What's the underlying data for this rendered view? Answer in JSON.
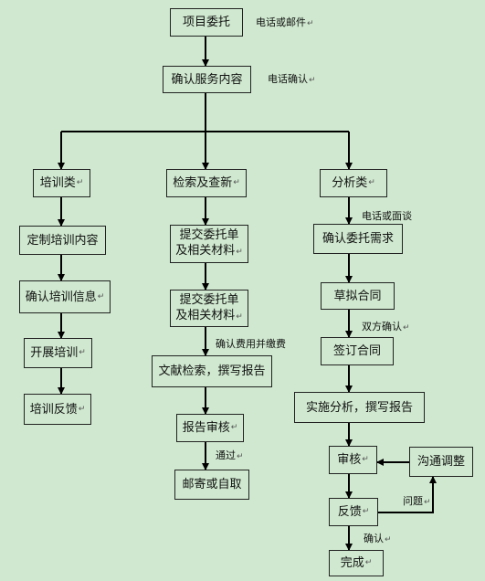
{
  "mark": "↵",
  "top": {
    "project_entrust": "项目委托",
    "confirm_service": "确认服务内容",
    "note_phone_or_email": "电话或邮件",
    "note_phone_confirm": "电话确认"
  },
  "training": {
    "category": "培训类",
    "steps": [
      "定制培训内容",
      "确认培训信息",
      "开展培训",
      "培训反馈"
    ]
  },
  "search": {
    "category": "检索及查新",
    "submit_1": [
      "提交委托单",
      "及相关材料"
    ],
    "submit_2": [
      "提交委托单",
      "及相关材料"
    ],
    "note_confirm_fee": "确认费用并缴费",
    "literature": "文献检索，撰写报告",
    "review": "报告审核",
    "note_pass": "通过",
    "delivery": "邮寄或自取"
  },
  "analysis": {
    "category": "分析类",
    "note_phone_or_meet": "电话或面谈",
    "confirm_need": "确认委托需求",
    "draft_contract": "草拟合同",
    "note_both_confirm": "双方确认",
    "sign_contract": "签订合同",
    "implement": "实施分析，撰写报告",
    "audit": "审核",
    "communicate": "沟通调整",
    "feedback": "反馈",
    "note_issue": "问题",
    "note_confirm": "确认",
    "done": "完成"
  }
}
